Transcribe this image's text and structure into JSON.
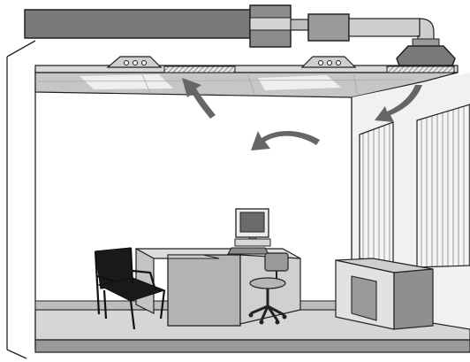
{
  "figure": {
    "description_free": true
  },
  "colors": {
    "duct_dark": "#7a7a7a",
    "duct_mid": "#9a9a9a",
    "duct_light": "#bdbdbd",
    "ceiling": "#c8c8c8",
    "wall_light": "#e9e9e9",
    "floor": "#d9d9d9",
    "floor_dark": "#bdbdbd",
    "desk": "#c4c4c4",
    "desk_dark": "#9e9e9e",
    "outline": "#222222",
    "arrow": "#666666",
    "grille": "#d0d0d0"
  },
  "elements": {
    "supply_diffusers": 2,
    "return_grilles": 2,
    "airflow_arrows": 3,
    "windows": 2
  }
}
